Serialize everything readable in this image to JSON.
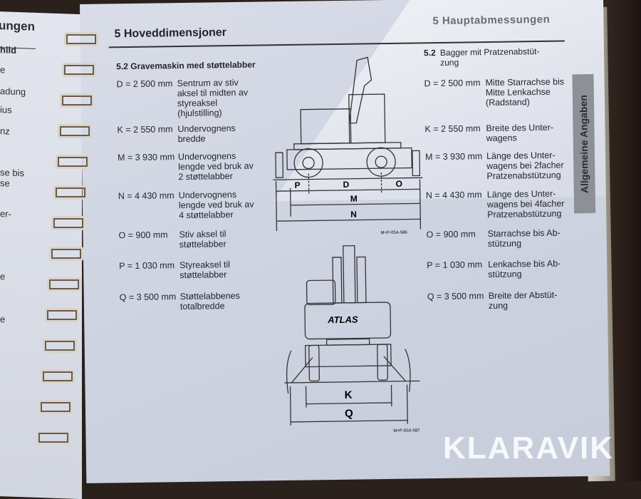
{
  "left_page": {
    "header_fragment": "ungen",
    "fragments": [
      "hild",
      "e",
      "adung",
      "ius",
      "nz",
      "se bis",
      "se",
      "er-",
      "e",
      "e"
    ]
  },
  "page": {
    "left_title": "5  Hoveddimensjoner",
    "right_title": "5  Hauptabmessungen",
    "side_tab": "Allgemeine Angaben",
    "no": {
      "section": "5.2  Gravemaskin med støttelabber",
      "rows": [
        {
          "dim": "D = 2 500 mm",
          "desc": "Sentrum av stiv\naksel til midten av\nstyreaksel\n(hjulstilling)"
        },
        {
          "dim": "K = 2 550 mm",
          "desc": "Undervognens\nbredde"
        },
        {
          "dim": "M = 3 930 mm",
          "desc": "Undervognens\nlengde ved bruk av\n2 støttelabber"
        },
        {
          "dim": "N = 4 430 mm",
          "desc": "Undervognens\nlengde ved bruk av\n4 støttelabber"
        },
        {
          "dim": "O =   900 mm",
          "desc": "Stiv aksel til\nstøttelabber"
        },
        {
          "dim": "P = 1 030 mm",
          "desc": "Styreaksel til\nstøttelabber"
        },
        {
          "dim": "Q = 3 500 mm",
          "desc": "Støttelabbenes\ntotalbredde"
        }
      ]
    },
    "de": {
      "section_num": "5.2",
      "section": "Bagger mit Pratzenabstüt-\nzung",
      "rows": [
        {
          "dim": "D = 2 500 mm",
          "desc": "Mitte Starrachse bis\nMitte Lenkachse\n(Radstand)"
        },
        {
          "dim": "K = 2 550 mm",
          "desc": "Breite des Unter-\nwagens"
        },
        {
          "dim": "M = 3 930 mm",
          "desc": "Länge des Unter-\nwagens bei 2facher\nPratzenabstützung"
        },
        {
          "dim": "N = 4 430 mm",
          "desc": "Länge des Unter-\nwagens bei 4facher\nPratzenabstützung"
        },
        {
          "dim": "O =   900 mm",
          "desc": "Starrachse bis Ab-\nstützung"
        },
        {
          "dim": "P = 1 030 mm",
          "desc": "Lenkachse bis Ab-\nstützung"
        },
        {
          "dim": "Q = 3 500 mm",
          "desc": "Breite der Abstüt-\nzung"
        }
      ]
    },
    "diagram_side": {
      "labels": {
        "P": "P",
        "D": "D",
        "O": "O",
        "M": "M",
        "N": "N"
      },
      "code": "M+P-05A-586"
    },
    "diagram_front": {
      "labels": {
        "K": "K",
        "Q": "Q"
      },
      "brand": "ATLAS",
      "code": "M+P-05A-587"
    }
  },
  "watermark": "KLARAVIK"
}
